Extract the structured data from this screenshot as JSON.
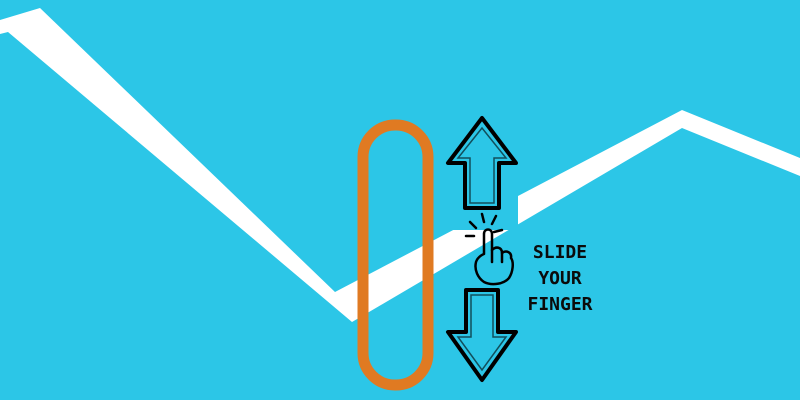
{
  "game": {
    "instruction_lines": [
      "SLIDE",
      "YOUR",
      "FINGER"
    ]
  },
  "colors": {
    "background": "#2cc6e7",
    "track": "#ffffff",
    "paddle_outline": "#e07a22",
    "arrow_outline": "#000000"
  },
  "icons": {
    "up": "arrow-up-icon",
    "down": "arrow-down-icon",
    "hand": "tap-hand-icon"
  }
}
